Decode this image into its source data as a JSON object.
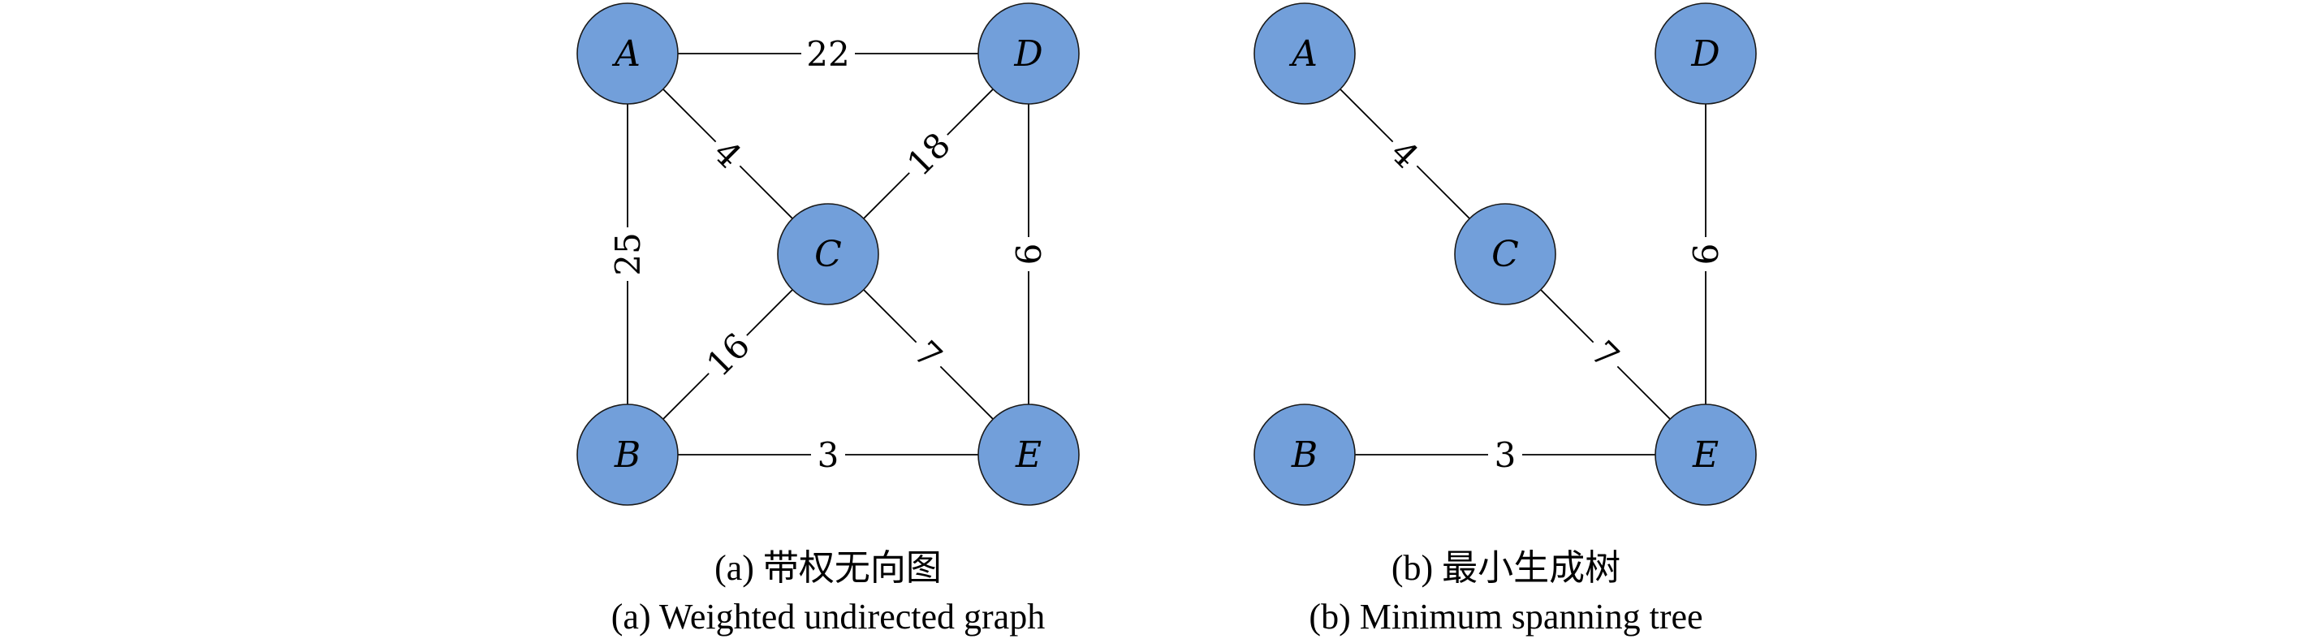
{
  "figure": {
    "node_color": "#729FDA",
    "edge_color": "#000000",
    "panels": [
      {
        "id": "a",
        "caption_zh": "(a) 带权无向图",
        "caption_en": "(a) Weighted undirected graph",
        "nodes": [
          "A",
          "B",
          "C",
          "D",
          "E"
        ],
        "edges": [
          {
            "from": "A",
            "to": "D",
            "weight": "22"
          },
          {
            "from": "A",
            "to": "C",
            "weight": "4"
          },
          {
            "from": "D",
            "to": "C",
            "weight": "18"
          },
          {
            "from": "A",
            "to": "B",
            "weight": "25"
          },
          {
            "from": "D",
            "to": "E",
            "weight": "6"
          },
          {
            "from": "B",
            "to": "C",
            "weight": "16"
          },
          {
            "from": "C",
            "to": "E",
            "weight": "7"
          },
          {
            "from": "B",
            "to": "E",
            "weight": "3"
          }
        ]
      },
      {
        "id": "b",
        "caption_zh": "(b) 最小生成树",
        "caption_en": "(b) Minimum spanning tree",
        "nodes": [
          "A",
          "B",
          "C",
          "D",
          "E"
        ],
        "edges": [
          {
            "from": "A",
            "to": "C",
            "weight": "4"
          },
          {
            "from": "D",
            "to": "E",
            "weight": "6"
          },
          {
            "from": "C",
            "to": "E",
            "weight": "7"
          },
          {
            "from": "B",
            "to": "E",
            "weight": "3"
          }
        ]
      }
    ]
  }
}
